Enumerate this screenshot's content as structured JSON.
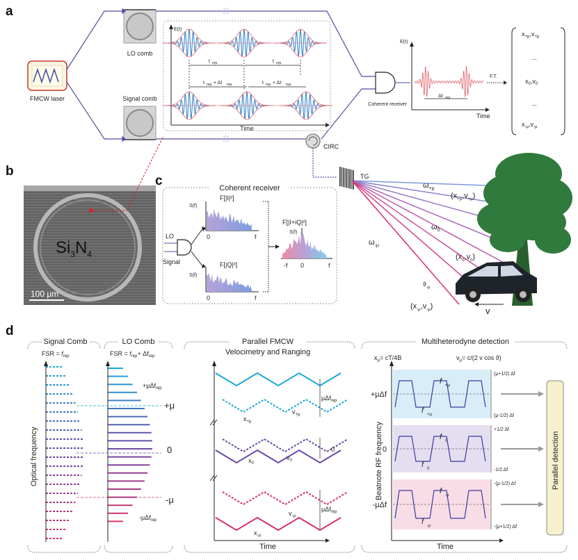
{
  "panels": {
    "a": "a",
    "b": "b",
    "c": "c",
    "d": "d"
  },
  "colors": {
    "wave": "#2b7cc3",
    "envelope": "#e0606a",
    "purple_line": "#5a4aa0",
    "cyan": "#1aa7d8",
    "violet": "#6648a8",
    "magenta": "#d8306a",
    "tree": "#2f7a3c",
    "arrow_grey": "#9a9a9a"
  },
  "a": {
    "laser_label": "FMCW laser",
    "lo_label": "LO comb",
    "signal_label": "Signal comb",
    "y_axis": "E(t)",
    "t_rep": "t",
    "t_rep_sub": "rep",
    "t_rep_delta": "t",
    "t_rep_delta_sub": "rep",
    "t_rep_delta_plus": "+ Δt",
    "t_rep_delta_sub2": "rep",
    "time": "Time",
    "receiver": "Coherent receiver",
    "delta_t": "Δt",
    "delta_t_sub": "rep",
    "ft": "F.T.",
    "circ": "CIRC",
    "vec": [
      "x",
      "v",
      "...",
      "x",
      "v",
      "...",
      "x",
      "v"
    ],
    "vec_top_x": "x",
    "vec_top_sub": "+μ",
    "vec_mid_sub": "0",
    "vec_bot_sub": "-μ",
    "dots": "..."
  },
  "b": {
    "material": "Si",
    "mat_sub1": "3",
    "mat_n": "N",
    "mat_sub2": "4",
    "scalebar": "100 μm"
  },
  "c": {
    "title": "Coherent receiver",
    "lo": "LO",
    "signal": "Signal",
    "s_f": "S(f)",
    "f1": "F[|I|²]",
    "f2": "F[|Q|²]",
    "f3": "F[|I+iQ|²]",
    "zero": "0",
    "f": "f",
    "neg_f": "-f",
    "tg": "TG",
    "omega": "ω",
    "omega_p": "+μ",
    "omega_0": "0",
    "omega_m": "-μ",
    "xv_p": "(x",
    "xv": "(x",
    "theta": "ϑ",
    "v": "v"
  },
  "d": {
    "signal_comb": "Signal Comb",
    "lo_comb": "LO Comb",
    "fsr": "FSR =",
    "f_rep": "f",
    "rep": "rep",
    "plus_dfrep": "+ Δf",
    "optical_frequency": "Optical frequency",
    "mu_plus": "+μ",
    "zero": "0",
    "mu_minus": "-μ",
    "plus_mu_df": "+μΔf",
    "minus_mu_df": "-μΔf",
    "parallel_fmcw": "Parallel FMCW",
    "velocimetry": "Velocimetry and Ranging",
    "mu_df": "μΔf",
    "x_label": "x",
    "v_label": "v",
    "time": "Time",
    "multihet": "Multiheterodyne detection",
    "x_mu": "x",
    "v_mu": "ν",
    "eq_x": "= cT/4B",
    "eq_v": "= c/(2 v cos ϑ)",
    "beatnote": "Beatnote RF frequency",
    "parallel_detection": "Parallel detection",
    "f_u": "f",
    "f_d": "f",
    "band_p_top": "(μ+1/2) Δf",
    "band_p_bot": "(μ-1/2) Δf",
    "band_0_top": "+1/2 Δf",
    "band_0_bot": "-1/2 Δf",
    "band_m_top": "-(μ-1/2) Δf",
    "band_m_bot": "-(μ+1/2) Δf",
    "left_p": "+μΔf",
    "left_0": "0",
    "left_m": "-μΔf"
  }
}
